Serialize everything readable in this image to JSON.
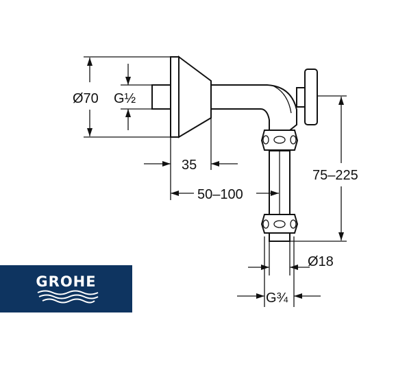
{
  "dimensions": {
    "flange_diameter": "Ø70",
    "inlet_thread": "G½",
    "flange_depth": "35",
    "projection": "50–100",
    "height": "75–225",
    "pipe_diameter": "Ø18",
    "outlet_thread": "G¾"
  },
  "logo": {
    "brand": "GROHE",
    "color": "#0e3460"
  }
}
